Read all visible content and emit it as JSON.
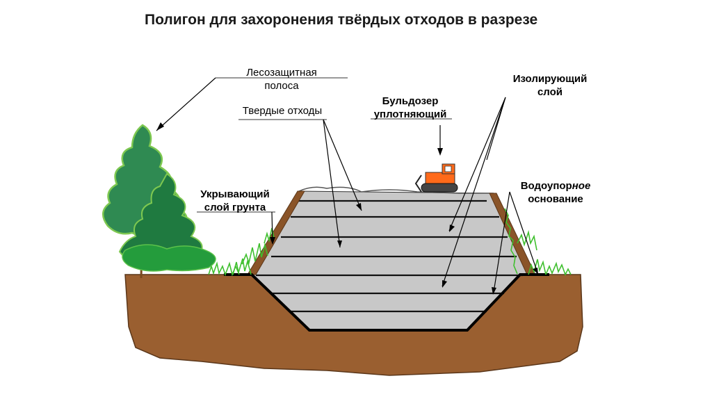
{
  "title": "Полигон для захоронения твёрдых отходов в разрезе",
  "labels": {
    "forest_strip_line1": "Лесозащитная",
    "forest_strip_line2": "полоса",
    "solid_waste": "Твердые отходы",
    "bulldozer_line1": "Бульдозер",
    "bulldozer_line2": "уплотняющий",
    "insulating_line1": "Изолирующий",
    "insulating_line2": "слой",
    "cover_line1": "Укрывающий",
    "cover_line2": "слой грунта",
    "waterproof_line1_a": "Водоупор",
    "waterproof_line1_b": "ное",
    "waterproof_line2": "основание"
  },
  "colors": {
    "soil": "#9a5f30",
    "waste": "#c8c8c8",
    "tree_green": "#2f8a52",
    "grass": "#3fbf2e",
    "bulldozer": "#ff6a1a"
  }
}
